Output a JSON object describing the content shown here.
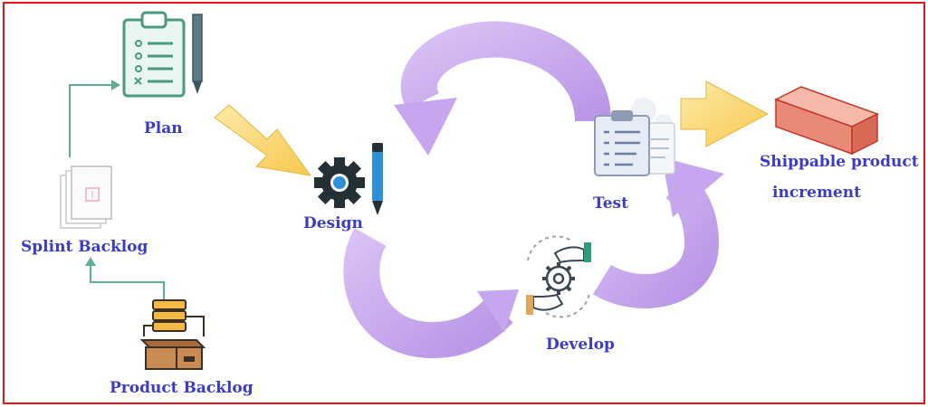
{
  "colors": {
    "border": "#e8141b",
    "label": "#3b3bc9",
    "cycle_arrow": "#cdaef0",
    "cycle_arrow_edge": "#a985e0",
    "flow_arrow": "#fbd97a",
    "connector": "#5fae93"
  },
  "stages": {
    "plan": {
      "label": "Plan",
      "icon": "clipboard-checklist-pencil-icon"
    },
    "design": {
      "label": "Design",
      "icon": "gear-pencil-icon"
    },
    "test": {
      "label": "Test",
      "icon": "clipboard-test-report-icon"
    },
    "develop": {
      "label": "Develop",
      "icon": "hands-gear-icon"
    },
    "sprint_backlog": {
      "label": "Splint Backlog",
      "icon": "document-stack-icon"
    },
    "product_backlog": {
      "label": "Product Backlog",
      "icon": "box-server-icon"
    },
    "increment": {
      "line1": "Shippable product",
      "line2": "increment",
      "icon": "brick-block-icon"
    }
  }
}
